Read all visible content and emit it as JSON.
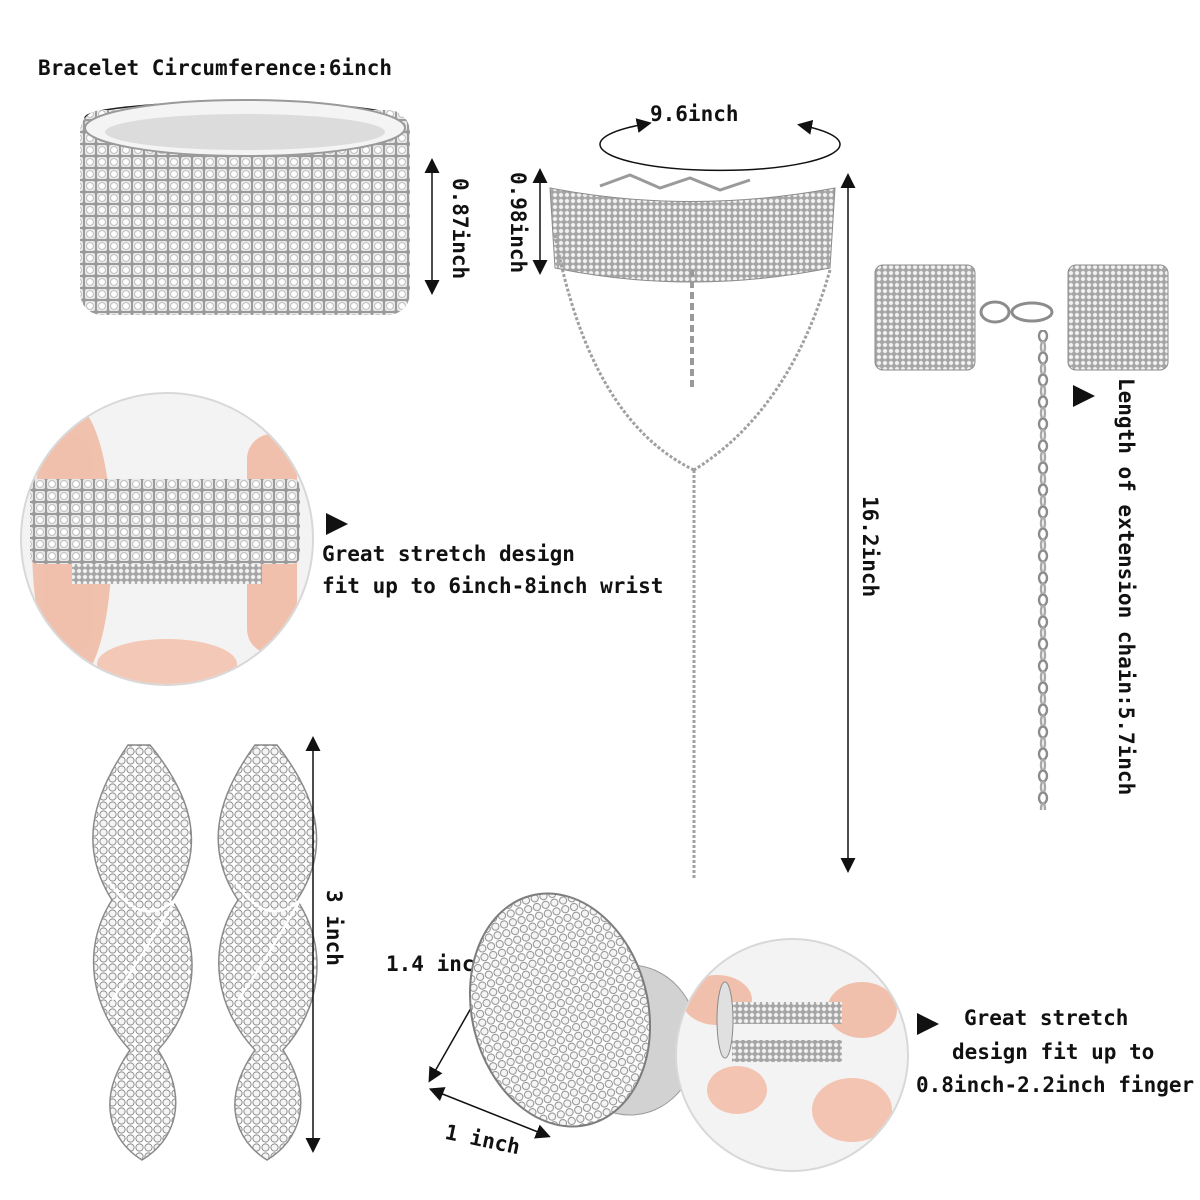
{
  "labels": {
    "bracelet_circumference": "Bracelet Circumference:6inch",
    "bracelet_height": "0.87inch",
    "choker_width": "9.6inch",
    "choker_height": "0.98inch",
    "necklace_length": "16.2inch",
    "extension_chain": "Length of extension chain:5.7inch",
    "bracelet_stretch_line1": "Great stretch design",
    "bracelet_stretch_line2": "fit up to 6inch-8inch wrist",
    "earring_length": "3 inch",
    "ring_height": "1.4 inch",
    "ring_width": "1 inch",
    "ring_stretch_line1": "Great stretch",
    "ring_stretch_line2": "design fit up to",
    "ring_stretch_line3": "0.8inch-2.2inch finger"
  },
  "icons": {
    "bracelet_pointer": "arrowhead-right-icon",
    "chain_pointer": "arrowhead-right-icon",
    "ring_pointer": "arrowhead-right-icon"
  },
  "colors": {
    "background": "#ffffff",
    "text": "#111111",
    "silver": "#c9c9c9",
    "silver_dark": "#8a8a8a",
    "skin": "#f3c2b0"
  }
}
